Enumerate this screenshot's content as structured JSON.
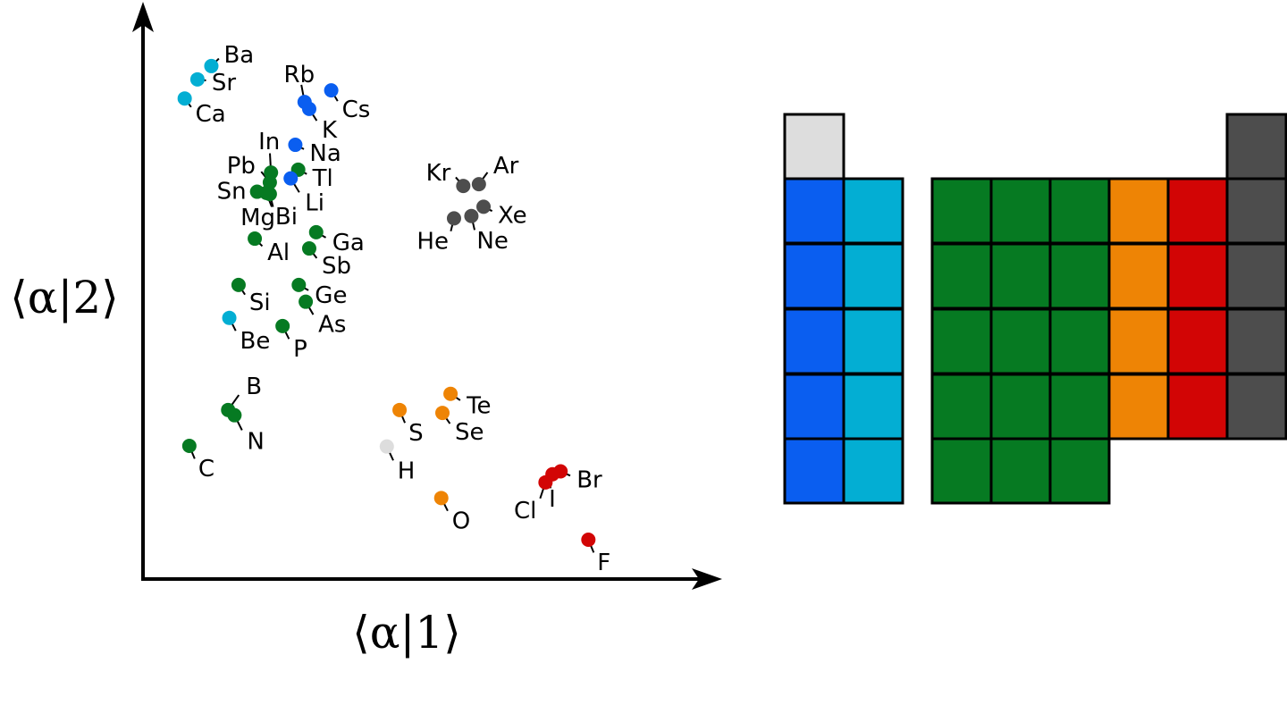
{
  "chart_data": {
    "type": "scatter",
    "xlabel": "⟨α|1⟩",
    "ylabel": "⟨α|2⟩",
    "legend": "periodic-table color key (right)",
    "colors": {
      "hydrogen": "#dddddd",
      "alkali": "#0a5ef0",
      "alkaline_earth": "#03aed3",
      "p_block": "#067a22",
      "chalcogen": "#ee8405",
      "halogen": "#d20505",
      "noble_gas": "#4d4d4d"
    },
    "points": [
      {
        "label": "Ba",
        "x": 0.118,
        "y": 0.889,
        "group": "alkaline_earth"
      },
      {
        "label": "Sr",
        "x": 0.094,
        "y": 0.866,
        "group": "alkaline_earth"
      },
      {
        "label": "Ca",
        "x": 0.072,
        "y": 0.833,
        "group": "alkaline_earth"
      },
      {
        "label": "Rb",
        "x": 0.279,
        "y": 0.827,
        "group": "alkali"
      },
      {
        "label": "Cs",
        "x": 0.325,
        "y": 0.847,
        "group": "alkali"
      },
      {
        "label": "K",
        "x": 0.287,
        "y": 0.815,
        "group": "alkali"
      },
      {
        "label": "Na",
        "x": 0.263,
        "y": 0.753,
        "group": "alkali"
      },
      {
        "label": "In",
        "x": 0.221,
        "y": 0.705,
        "group": "p_block"
      },
      {
        "label": "Tl",
        "x": 0.268,
        "y": 0.71,
        "group": "p_block"
      },
      {
        "label": "Li",
        "x": 0.255,
        "y": 0.695,
        "group": "alkali"
      },
      {
        "label": "Pb",
        "x": 0.219,
        "y": 0.688,
        "group": "p_block"
      },
      {
        "label": "Sn",
        "x": 0.197,
        "y": 0.672,
        "group": "p_block"
      },
      {
        "label": "Mg",
        "x": 0.213,
        "y": 0.67,
        "group": "p_block"
      },
      {
        "label": "Bi",
        "x": 0.219,
        "y": 0.668,
        "group": "p_block"
      },
      {
        "label": "Al",
        "x": 0.193,
        "y": 0.591,
        "group": "p_block"
      },
      {
        "label": "Ga",
        "x": 0.299,
        "y": 0.602,
        "group": "p_block"
      },
      {
        "label": "Sb",
        "x": 0.287,
        "y": 0.574,
        "group": "p_block"
      },
      {
        "label": "Si",
        "x": 0.165,
        "y": 0.511,
        "group": "p_block"
      },
      {
        "label": "Ge",
        "x": 0.269,
        "y": 0.511,
        "group": "p_block"
      },
      {
        "label": "As",
        "x": 0.281,
        "y": 0.482,
        "group": "p_block"
      },
      {
        "label": "Be",
        "x": 0.149,
        "y": 0.454,
        "group": "alkaline_earth"
      },
      {
        "label": "P",
        "x": 0.241,
        "y": 0.44,
        "group": "p_block"
      },
      {
        "label": "Kr",
        "x": 0.553,
        "y": 0.682,
        "group": "noble_gas"
      },
      {
        "label": "Ar",
        "x": 0.58,
        "y": 0.685,
        "group": "noble_gas"
      },
      {
        "label": "Xe",
        "x": 0.588,
        "y": 0.646,
        "group": "noble_gas"
      },
      {
        "label": "Ne",
        "x": 0.567,
        "y": 0.63,
        "group": "noble_gas"
      },
      {
        "label": "He",
        "x": 0.537,
        "y": 0.626,
        "group": "noble_gas"
      },
      {
        "label": "B",
        "x": 0.147,
        "y": 0.295,
        "group": "p_block"
      },
      {
        "label": "N",
        "x": 0.158,
        "y": 0.286,
        "group": "p_block"
      },
      {
        "label": "C",
        "x": 0.08,
        "y": 0.233,
        "group": "p_block"
      },
      {
        "label": "Te",
        "x": 0.531,
        "y": 0.323,
        "group": "chalcogen"
      },
      {
        "label": "Se",
        "x": 0.517,
        "y": 0.29,
        "group": "chalcogen"
      },
      {
        "label": "S",
        "x": 0.443,
        "y": 0.295,
        "group": "chalcogen"
      },
      {
        "label": "H",
        "x": 0.421,
        "y": 0.232,
        "group": "hydrogen"
      },
      {
        "label": "Br",
        "x": 0.721,
        "y": 0.189,
        "group": "halogen"
      },
      {
        "label": "I",
        "x": 0.707,
        "y": 0.184,
        "group": "halogen"
      },
      {
        "label": "Cl",
        "x": 0.695,
        "y": 0.17,
        "group": "halogen"
      },
      {
        "label": "O",
        "x": 0.515,
        "y": 0.143,
        "group": "chalcogen"
      },
      {
        "label": "F",
        "x": 0.769,
        "y": 0.071,
        "group": "halogen"
      }
    ],
    "periodic_table": [
      {
        "row": 0,
        "col": 0,
        "group": "hydrogen"
      },
      {
        "row": 0,
        "col": 8,
        "group": "noble_gas"
      },
      {
        "row": 1,
        "col": 0,
        "group": "alkali"
      },
      {
        "row": 1,
        "col": 1,
        "group": "alkaline_earth"
      },
      {
        "row": 1,
        "col": 3,
        "group": "p_block"
      },
      {
        "row": 1,
        "col": 4,
        "group": "p_block"
      },
      {
        "row": 1,
        "col": 5,
        "group": "p_block"
      },
      {
        "row": 1,
        "col": 6,
        "group": "chalcogen"
      },
      {
        "row": 1,
        "col": 7,
        "group": "halogen"
      },
      {
        "row": 1,
        "col": 8,
        "group": "noble_gas"
      },
      {
        "row": 2,
        "col": 0,
        "group": "alkali"
      },
      {
        "row": 2,
        "col": 1,
        "group": "alkaline_earth"
      },
      {
        "row": 2,
        "col": 3,
        "group": "p_block"
      },
      {
        "row": 2,
        "col": 4,
        "group": "p_block"
      },
      {
        "row": 2,
        "col": 5,
        "group": "p_block"
      },
      {
        "row": 2,
        "col": 6,
        "group": "chalcogen"
      },
      {
        "row": 2,
        "col": 7,
        "group": "halogen"
      },
      {
        "row": 2,
        "col": 8,
        "group": "noble_gas"
      },
      {
        "row": 3,
        "col": 0,
        "group": "alkali"
      },
      {
        "row": 3,
        "col": 1,
        "group": "alkaline_earth"
      },
      {
        "row": 3,
        "col": 3,
        "group": "p_block"
      },
      {
        "row": 3,
        "col": 4,
        "group": "p_block"
      },
      {
        "row": 3,
        "col": 5,
        "group": "p_block"
      },
      {
        "row": 3,
        "col": 6,
        "group": "chalcogen"
      },
      {
        "row": 3,
        "col": 7,
        "group": "halogen"
      },
      {
        "row": 3,
        "col": 8,
        "group": "noble_gas"
      },
      {
        "row": 4,
        "col": 0,
        "group": "alkali"
      },
      {
        "row": 4,
        "col": 1,
        "group": "alkaline_earth"
      },
      {
        "row": 4,
        "col": 3,
        "group": "p_block"
      },
      {
        "row": 4,
        "col": 4,
        "group": "p_block"
      },
      {
        "row": 4,
        "col": 5,
        "group": "p_block"
      },
      {
        "row": 4,
        "col": 6,
        "group": "chalcogen"
      },
      {
        "row": 4,
        "col": 7,
        "group": "halogen"
      },
      {
        "row": 4,
        "col": 8,
        "group": "noble_gas"
      },
      {
        "row": 5,
        "col": 0,
        "group": "alkali"
      },
      {
        "row": 5,
        "col": 1,
        "group": "alkaline_earth"
      },
      {
        "row": 5,
        "col": 3,
        "group": "p_block"
      },
      {
        "row": 5,
        "col": 4,
        "group": "p_block"
      },
      {
        "row": 5,
        "col": 5,
        "group": "p_block"
      }
    ]
  }
}
